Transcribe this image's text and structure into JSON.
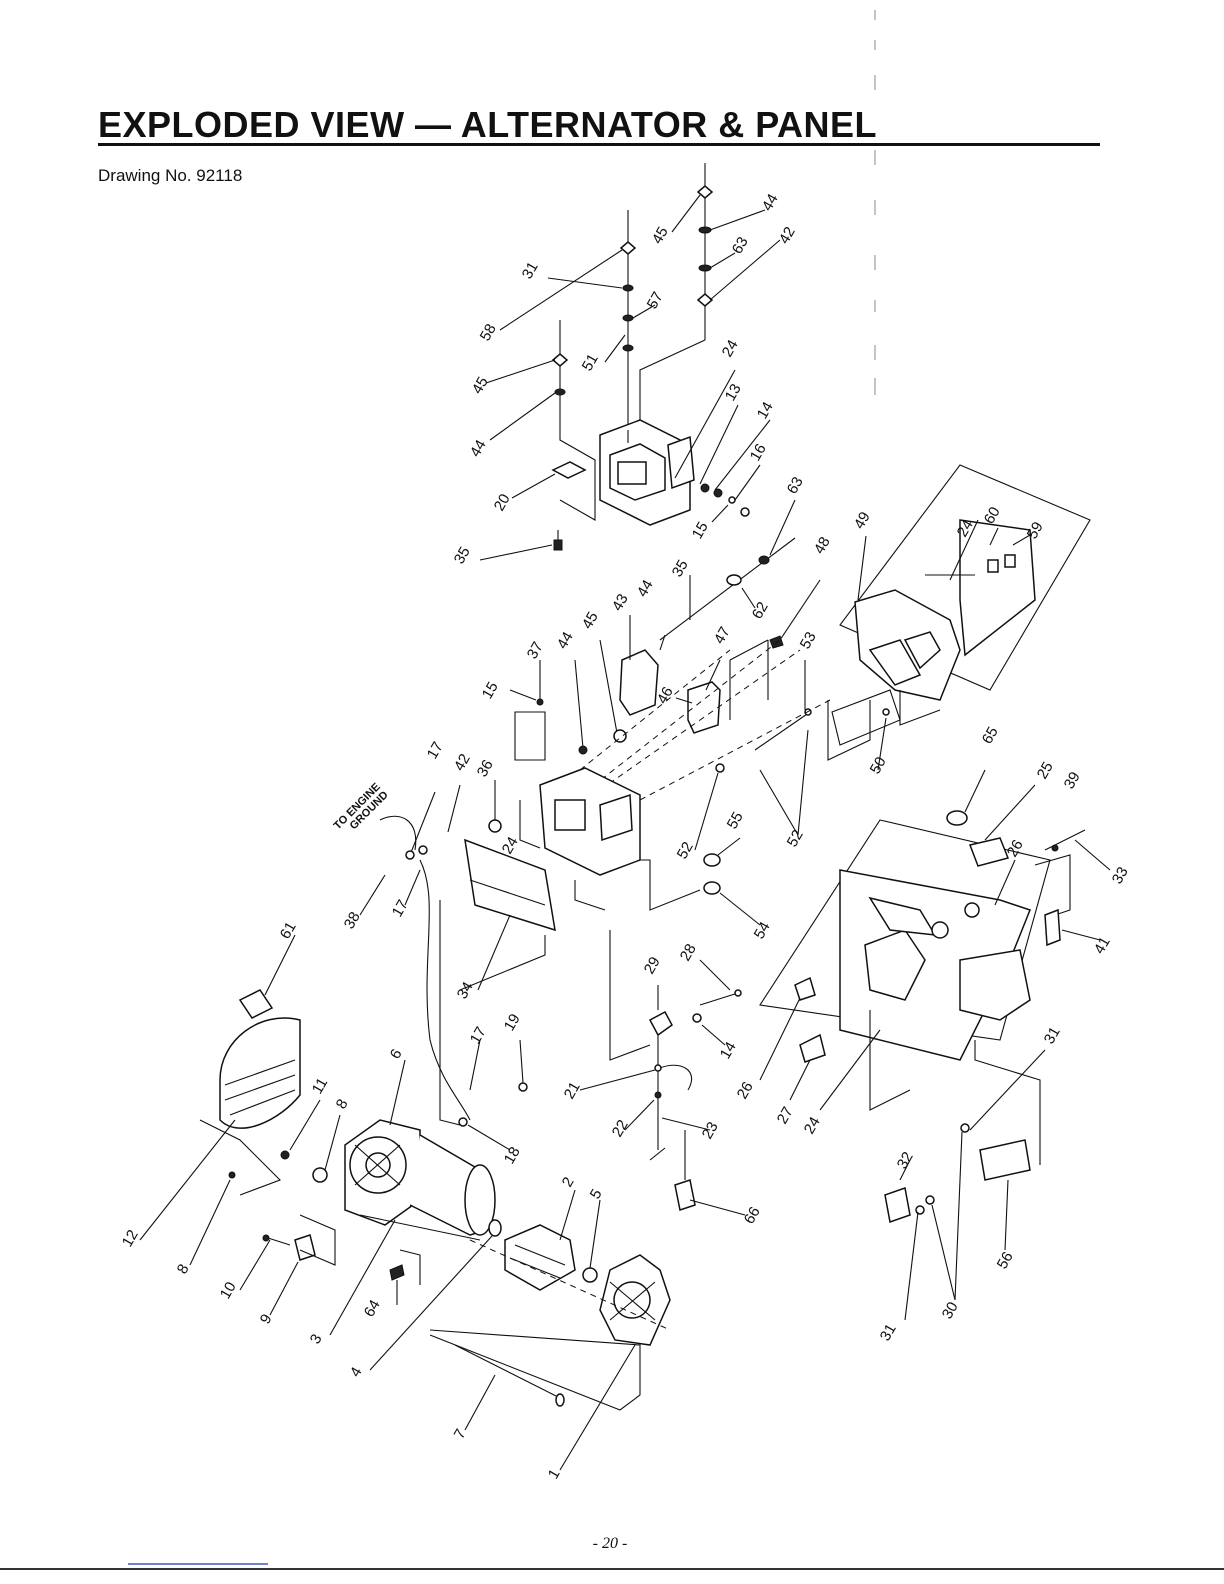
{
  "document": {
    "title": "EXPLODED VIEW — ALTERNATOR & PANEL",
    "drawing_number": "Drawing No. 92118",
    "page_number": "- 20 -"
  },
  "annotation": {
    "engine_ground_line1": "TO ENGINE",
    "engine_ground_line2": "GROUND"
  },
  "callouts": [
    {
      "id": "c-45-top",
      "label": "45"
    },
    {
      "id": "c-44-top",
      "label": "44"
    },
    {
      "id": "c-63-top",
      "label": "63"
    },
    {
      "id": "c-42-top",
      "label": "42"
    },
    {
      "id": "c-31-top",
      "label": "31"
    },
    {
      "id": "c-58",
      "label": "58"
    },
    {
      "id": "c-57",
      "label": "57"
    },
    {
      "id": "c-51",
      "label": "51"
    },
    {
      "id": "c-45-left",
      "label": "45"
    },
    {
      "id": "c-44-left",
      "label": "44"
    },
    {
      "id": "c-24-top",
      "label": "24"
    },
    {
      "id": "c-13",
      "label": "13"
    },
    {
      "id": "c-14-top",
      "label": "14"
    },
    {
      "id": "c-16",
      "label": "16"
    },
    {
      "id": "c-15-top",
      "label": "15"
    },
    {
      "id": "c-20",
      "label": "20"
    },
    {
      "id": "c-35-left",
      "label": "35"
    },
    {
      "id": "c-63-mid",
      "label": "63"
    },
    {
      "id": "c-62",
      "label": "62"
    },
    {
      "id": "c-35-mid",
      "label": "35"
    },
    {
      "id": "c-48",
      "label": "48"
    },
    {
      "id": "c-49",
      "label": "49"
    },
    {
      "id": "c-24-right",
      "label": "24"
    },
    {
      "id": "c-60",
      "label": "60"
    },
    {
      "id": "c-59",
      "label": "59"
    },
    {
      "id": "c-43",
      "label": "43"
    },
    {
      "id": "c-44-mid",
      "label": "44"
    },
    {
      "id": "c-45-mid",
      "label": "45"
    },
    {
      "id": "c-37",
      "label": "37"
    },
    {
      "id": "c-44-mid2",
      "label": "44"
    },
    {
      "id": "c-47",
      "label": "47"
    },
    {
      "id": "c-46",
      "label": "46"
    },
    {
      "id": "c-53",
      "label": "53"
    },
    {
      "id": "c-15-mid",
      "label": "15"
    },
    {
      "id": "c-50",
      "label": "50"
    },
    {
      "id": "c-17-top",
      "label": "17"
    },
    {
      "id": "c-42-mid",
      "label": "42"
    },
    {
      "id": "c-36",
      "label": "36"
    },
    {
      "id": "c-24-mid",
      "label": "24"
    },
    {
      "id": "c-52-a",
      "label": "52"
    },
    {
      "id": "c-52-b",
      "label": "52"
    },
    {
      "id": "c-55",
      "label": "55"
    },
    {
      "id": "c-65",
      "label": "65"
    },
    {
      "id": "c-25",
      "label": "25"
    },
    {
      "id": "c-39",
      "label": "39"
    },
    {
      "id": "c-26-top",
      "label": "26"
    },
    {
      "id": "c-33",
      "label": "33"
    },
    {
      "id": "c-38",
      "label": "38"
    },
    {
      "id": "c-17-mid",
      "label": "17"
    },
    {
      "id": "c-54",
      "label": "54"
    },
    {
      "id": "c-41",
      "label": "41"
    },
    {
      "id": "c-61",
      "label": "61"
    },
    {
      "id": "c-34",
      "label": "34"
    },
    {
      "id": "c-29",
      "label": "29"
    },
    {
      "id": "c-28",
      "label": "28"
    },
    {
      "id": "c-17-low",
      "label": "17"
    },
    {
      "id": "c-19",
      "label": "19"
    },
    {
      "id": "c-14-low",
      "label": "14"
    },
    {
      "id": "c-6",
      "label": "6"
    },
    {
      "id": "c-11",
      "label": "11"
    },
    {
      "id": "c-8-top",
      "label": "8"
    },
    {
      "id": "c-21",
      "label": "21"
    },
    {
      "id": "c-22",
      "label": "22"
    },
    {
      "id": "c-23",
      "label": "23"
    },
    {
      "id": "c-18",
      "label": "18"
    },
    {
      "id": "c-26-low",
      "label": "26"
    },
    {
      "id": "c-27",
      "label": "27"
    },
    {
      "id": "c-24-low",
      "label": "24"
    },
    {
      "id": "c-31-right",
      "label": "31"
    },
    {
      "id": "c-12",
      "label": "12"
    },
    {
      "id": "c-32",
      "label": "32"
    },
    {
      "id": "c-2",
      "label": "2"
    },
    {
      "id": "c-5",
      "label": "5"
    },
    {
      "id": "c-66",
      "label": "66"
    },
    {
      "id": "c-8-low",
      "label": "8"
    },
    {
      "id": "c-10",
      "label": "10"
    },
    {
      "id": "c-9",
      "label": "9"
    },
    {
      "id": "c-64",
      "label": "64"
    },
    {
      "id": "c-3",
      "label": "3"
    },
    {
      "id": "c-4",
      "label": "4"
    },
    {
      "id": "c-56",
      "label": "56"
    },
    {
      "id": "c-30",
      "label": "30"
    },
    {
      "id": "c-31-low",
      "label": "31"
    },
    {
      "id": "c-7",
      "label": "7"
    },
    {
      "id": "c-1",
      "label": "1"
    }
  ]
}
